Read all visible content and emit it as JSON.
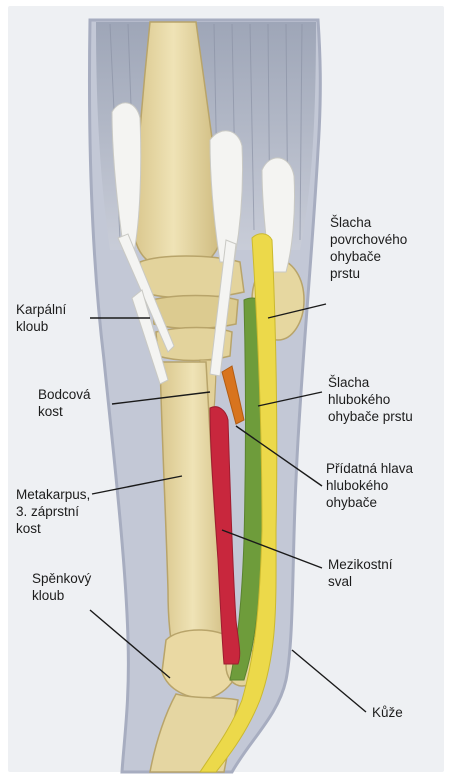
{
  "labels": {
    "karpalni": [
      "Karpální",
      "kloub"
    ],
    "bodcova": [
      "Bodcová",
      "kost"
    ],
    "metakarpus": [
      "Metakarpus,",
      "3. záprstní",
      "kost"
    ],
    "spenkovy": [
      "Spěnkový",
      "kloub"
    ],
    "povrchovy": [
      "Šlacha",
      "povrchového",
      "ohybače",
      "prstu"
    ],
    "hluboky": [
      "Šlacha",
      "hlubokého",
      "ohybače prstu"
    ],
    "pridatna": [
      "Přídatná hlava",
      "hlubokého",
      "ohybače"
    ],
    "mezikostni": [
      "Mezikostní",
      "sval"
    ],
    "kuze": [
      "Kůže"
    ]
  },
  "colors": {
    "bone": "#e7d9a6",
    "bone_shade": "#cdbb80",
    "skin": "#b9bfd0",
    "tendon_superficial": "#ecd94a",
    "tendon_deep": "#6f9e3a",
    "accessory_head": "#d8741e",
    "interosseous": "#c8273d",
    "ligament": "#f2f2f0",
    "leader": "#1a1a1a"
  }
}
